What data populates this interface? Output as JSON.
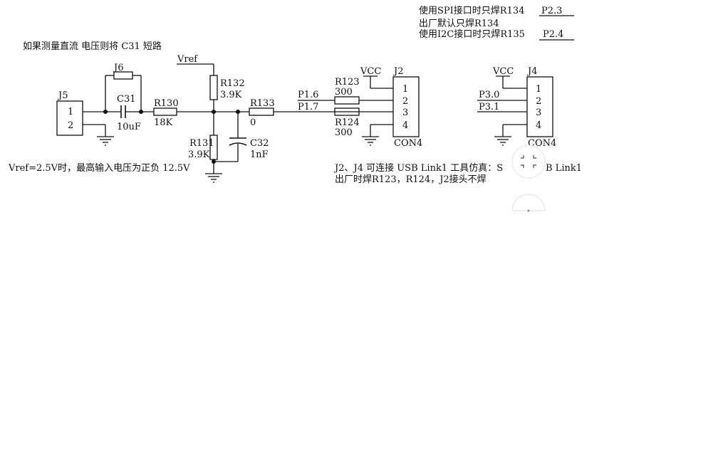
{
  "notes": {
    "spi": "使用SPI接口时只焊R134",
    "spi_net": "P2.3",
    "default": "出厂默认只焊R134",
    "i2c": "使用I2C接口时只焊R135",
    "i2c_net": "P2.4",
    "c31_short": "如果测量直流 电压则将 C31 短路",
    "vref_note": "Vref=2.5V时，最高输入电压为正负 12.5V",
    "link_line1": "J2、J4 可连接 USB Link1 工具仿真：S",
    "link_line1_tail": "B Link1",
    "link_line2": "出厂时焊R123，R124，J2接头不焊"
  },
  "components": {
    "J5": {
      "ref": "J5",
      "pins": [
        "1",
        "2"
      ]
    },
    "J6": {
      "ref": "J6"
    },
    "C31": {
      "ref": "C31",
      "value": "10uF"
    },
    "R130": {
      "ref": "R130",
      "value": "18K"
    },
    "R132": {
      "ref": "R132",
      "value": "3.9K"
    },
    "R131": {
      "ref": "R131",
      "value": "3.9K"
    },
    "C32": {
      "ref": "C32",
      "value": "1nF"
    },
    "R133": {
      "ref": "R133",
      "value": "0"
    },
    "R123": {
      "ref": "R123",
      "value": "300"
    },
    "R124": {
      "ref": "R124",
      "value": "300"
    },
    "J2": {
      "ref": "J2",
      "type": "CON4",
      "pins": [
        "1",
        "2",
        "3",
        "4"
      ]
    },
    "J4": {
      "ref": "J4",
      "type": "CON4",
      "pins": [
        "1",
        "2",
        "3",
        "4"
      ]
    }
  },
  "nets": {
    "vref": "Vref",
    "vcc_j2": "VCC",
    "vcc_j4": "VCC",
    "p16": "P1.6",
    "p17": "P1.7",
    "p30": "P3.0",
    "p31": "P3.1"
  },
  "controls": {
    "collapse_icon": "collapse-icon",
    "more_icon": "fab-icon"
  }
}
